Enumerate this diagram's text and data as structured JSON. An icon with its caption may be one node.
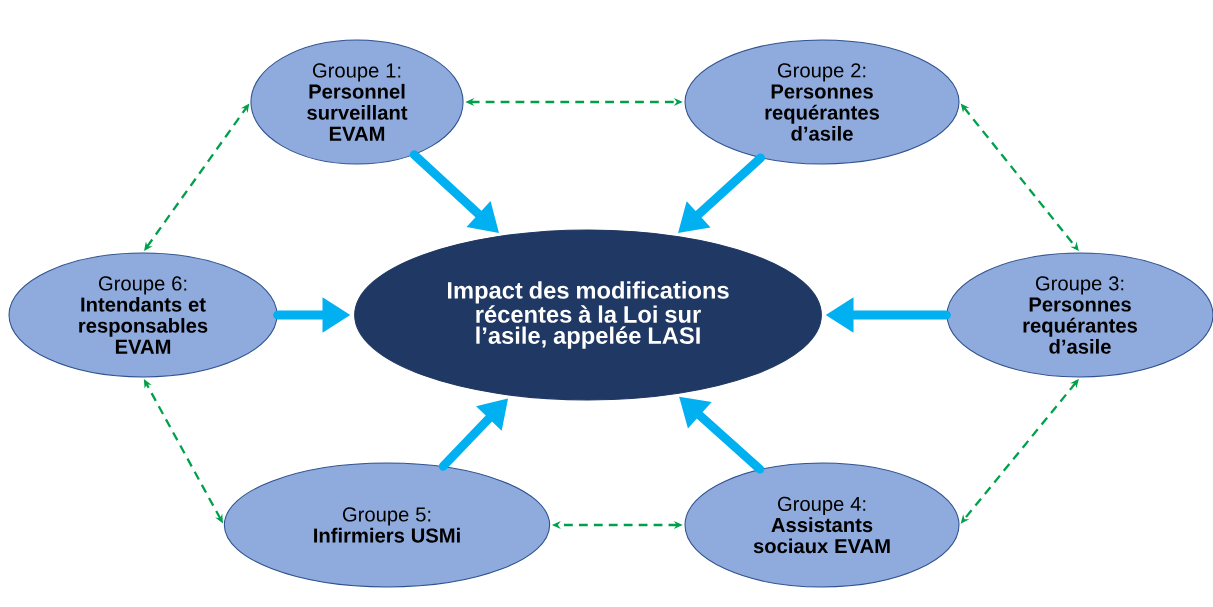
{
  "diagram": {
    "nodes": [
      {
        "text": [
          "Groupe 1:",
          "Personnel surveillant EVAM"
        ]
      },
      {
        "text": [
          "Groupe 2:",
          "Personnes requérantes d’asile"
        ]
      },
      {
        "text": [
          "Groupe 6:",
          "Intendants et responsables EVAM"
        ]
      },
      {
        "text": [
          "Impact des modifications récentes à la Loi sur l’asile, appelée LASI"
        ]
      },
      {
        "text": [
          "Groupe 3:",
          "Personnes requérantes d’asile"
        ]
      },
      {
        "text": [
          "Groupe 5:",
          "Infirmiers USMi"
        ]
      },
      {
        "text": [
          "Groupe 4:",
          "Assistants sociaux EVAM"
        ]
      }
    ],
    "edges": [
      {
        "from": 0,
        "to": 3,
        "arrow": "to",
        "style": "thick",
        "color": "#00b0f0"
      },
      {
        "from": 1,
        "to": 3,
        "arrow": "to",
        "style": "thick",
        "color": "#00b0f0"
      },
      {
        "from": 2,
        "to": 3,
        "arrow": "to",
        "style": "thick",
        "color": "#00b0f0"
      },
      {
        "from": 4,
        "to": 3,
        "arrow": "to",
        "style": "thick",
        "color": "#00b0f0"
      },
      {
        "from": 5,
        "to": 3,
        "arrow": "to",
        "style": "thick",
        "color": "#00b0f0"
      },
      {
        "from": 6,
        "to": 3,
        "arrow": "to",
        "style": "thick",
        "color": "#00b0f0"
      },
      {
        "from": 0,
        "to": 1,
        "arrow": "both",
        "style": "dashed",
        "color": "#00a04b"
      },
      {
        "from": 1,
        "to": 4,
        "arrow": "both",
        "style": "dashed",
        "color": "#00a04b"
      },
      {
        "from": 4,
        "to": 6,
        "arrow": "both",
        "style": "dashed",
        "color": "#00a04b"
      },
      {
        "from": 6,
        "to": 5,
        "arrow": "both",
        "style": "dashed",
        "color": "#00a04b"
      },
      {
        "from": 5,
        "to": 2,
        "arrow": "both",
        "style": "dashed",
        "color": "#00a04b"
      },
      {
        "from": 2,
        "to": 0,
        "arrow": "both",
        "style": "dashed",
        "color": "#00a04b"
      }
    ]
  }
}
